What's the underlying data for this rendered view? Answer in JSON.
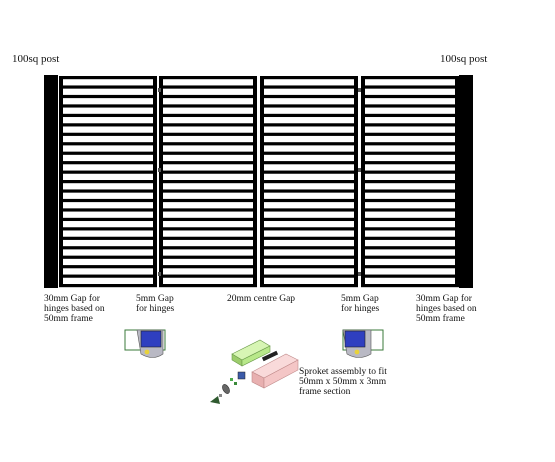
{
  "labels": {
    "post_left": "100sq post",
    "post_right": "100sq post",
    "gap_left_outer": "30mm Gap for\nhinges based on\n50mm frame",
    "gap_left_hinge": "5mm Gap\nfor hinges",
    "gap_centre": "20mm centre Gap",
    "gap_right_hinge": "5mm Gap\nfor hinges",
    "gap_right_outer": "30mm Gap for\nhinges based on\n50mm frame",
    "sprocket_note": "Sproket assembly to fit\n50mm x 50mm x 3mm\nframe section"
  },
  "colors": {
    "frame": "#000000",
    "background": "#ffffff",
    "detail_blue": "#2f3fc0",
    "tube_green": "#b8e88a",
    "tube_pink": "#f4c6c6"
  },
  "gate": {
    "panels": 4,
    "slats_per_panel": 23
  }
}
